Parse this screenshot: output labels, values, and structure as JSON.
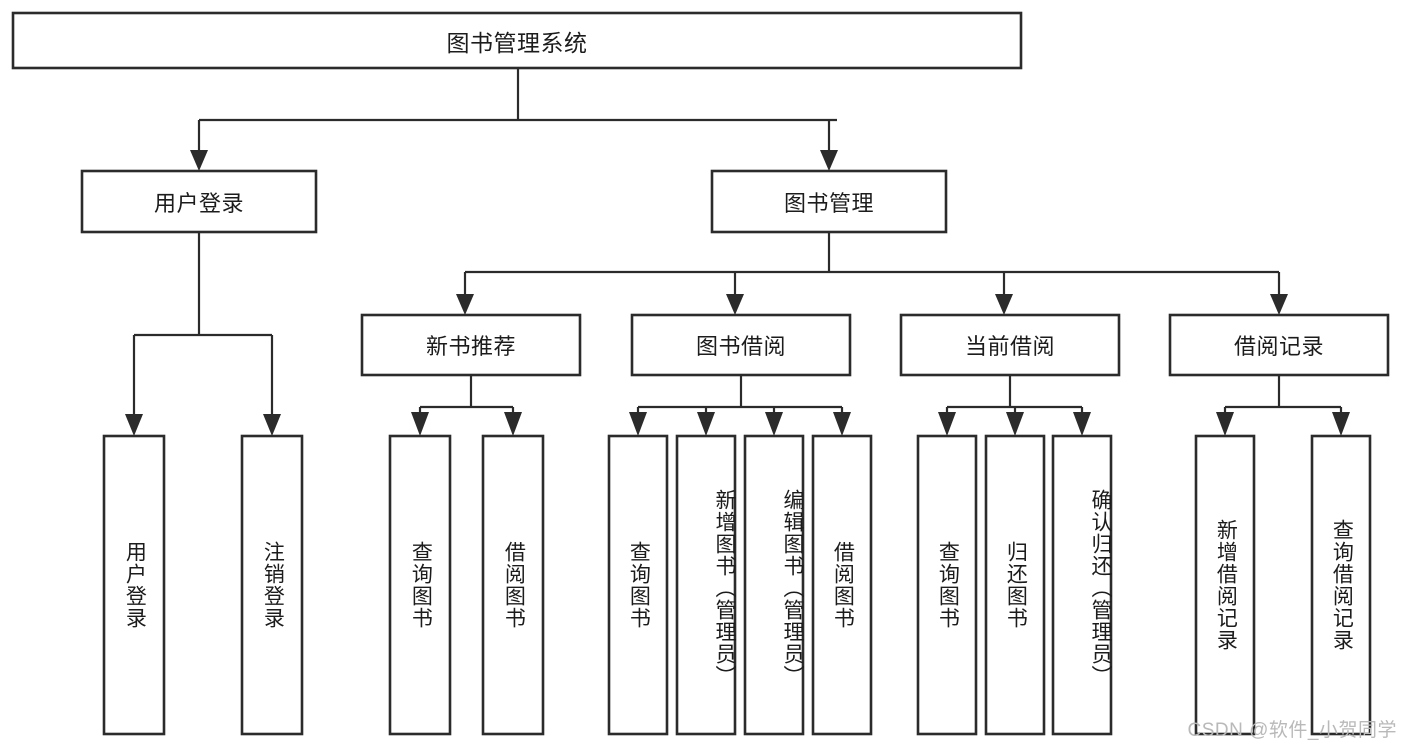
{
  "diagram": {
    "type": "tree-hierarchy",
    "title": "图书管理系统",
    "watermark": "CSDN @软件_小贺同学",
    "colors": {
      "stroke": "#2b2b2b",
      "fill": "#ffffff",
      "text": "#1c1c1c",
      "watermark": "#b9b9b9"
    },
    "levels": {
      "root": [
        "图书管理系统"
      ],
      "level2": [
        "用户登录",
        "图书管理"
      ],
      "level3": [
        "新书推荐",
        "图书借阅",
        "当前借阅",
        "借阅记录"
      ],
      "leaves": [
        "用户登录",
        "注销登录",
        "查询图书",
        "借阅图书",
        "查询图书",
        "新增图书（管理员）",
        "编辑图书（管理员）",
        "借阅图书",
        "查询图书",
        "归还图书",
        "确认归还（管理员）",
        "新增借阅记录",
        "查询借阅记录"
      ]
    },
    "nodes": {
      "root": {
        "label": "图书管理系统"
      },
      "user_login": {
        "label": "用户登录"
      },
      "book_manage": {
        "label": "图书管理"
      },
      "new_book_rec": {
        "label": "新书推荐"
      },
      "book_borrow": {
        "label": "图书借阅"
      },
      "current_borrow": {
        "label": "当前借阅"
      },
      "borrow_record": {
        "label": "借阅记录"
      },
      "leaf_user_login": {
        "label": "用户登录"
      },
      "leaf_logout": {
        "label": "注销登录"
      },
      "leaf_query_book_1": {
        "label": "查询图书"
      },
      "leaf_borrow_book_1": {
        "label": "借阅图书"
      },
      "leaf_query_book_2": {
        "label": "查询图书"
      },
      "leaf_add_book_admin": {
        "label": "新增图书（管理员）"
      },
      "leaf_edit_book_admin": {
        "label": "编辑图书（管理员）"
      },
      "leaf_borrow_book_2": {
        "label": "借阅图书"
      },
      "leaf_query_book_3": {
        "label": "查询图书"
      },
      "leaf_return_book": {
        "label": "归还图书"
      },
      "leaf_confirm_return_admin": {
        "label": "确认归还（管理员）"
      },
      "leaf_add_borrow_record": {
        "label": "新增借阅记录"
      },
      "leaf_query_borrow_record": {
        "label": "查询借阅记录"
      }
    },
    "edges": [
      {
        "from": "root",
        "to": "user_login"
      },
      {
        "from": "root",
        "to": "book_manage"
      },
      {
        "from": "user_login",
        "to": "leaf_user_login"
      },
      {
        "from": "user_login",
        "to": "leaf_logout"
      },
      {
        "from": "book_manage",
        "to": "new_book_rec"
      },
      {
        "from": "book_manage",
        "to": "book_borrow"
      },
      {
        "from": "book_manage",
        "to": "current_borrow"
      },
      {
        "from": "book_manage",
        "to": "borrow_record"
      },
      {
        "from": "new_book_rec",
        "to": "leaf_query_book_1"
      },
      {
        "from": "new_book_rec",
        "to": "leaf_borrow_book_1"
      },
      {
        "from": "book_borrow",
        "to": "leaf_query_book_2"
      },
      {
        "from": "book_borrow",
        "to": "leaf_add_book_admin"
      },
      {
        "from": "book_borrow",
        "to": "leaf_edit_book_admin"
      },
      {
        "from": "book_borrow",
        "to": "leaf_borrow_book_2"
      },
      {
        "from": "current_borrow",
        "to": "leaf_query_book_3"
      },
      {
        "from": "current_borrow",
        "to": "leaf_return_book"
      },
      {
        "from": "current_borrow",
        "to": "leaf_confirm_return_admin"
      },
      {
        "from": "borrow_record",
        "to": "leaf_add_borrow_record"
      },
      {
        "from": "borrow_record",
        "to": "leaf_query_borrow_record"
      }
    ]
  }
}
